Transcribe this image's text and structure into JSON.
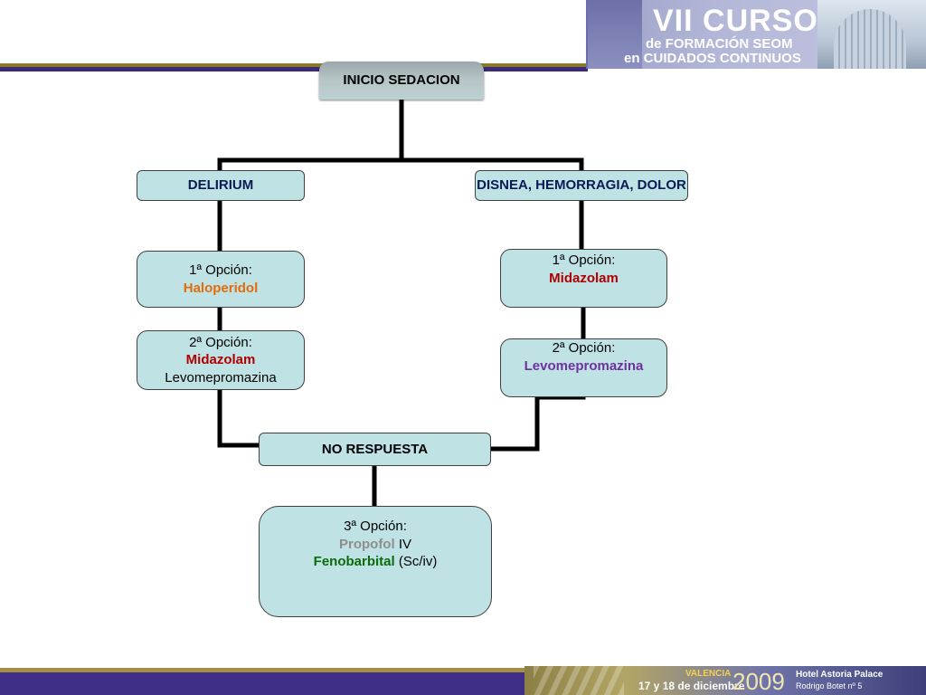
{
  "header": {
    "logo": {
      "line1": "VII CURSO",
      "line2": "de FORMACIÓN SEOM",
      "line3": "en CUIDADOS CONTINUOS"
    }
  },
  "footer": {
    "city": "VALENCIA",
    "dates": "17 y 18 de diciembre",
    "year": "2009",
    "hotel": "Hotel Astoria Palace",
    "address": "Rodrigo Botet nº 5"
  },
  "diagram": {
    "root": {
      "title": "INICIO SEDACION"
    },
    "branch_left": {
      "title": "DELIRIUM",
      "option1": {
        "label": "1ª Opción:",
        "drug": "Haloperidol"
      },
      "option2": {
        "label": "2ª Opción:",
        "drug1": "Midazolam",
        "drug2": "Levomepromazina"
      }
    },
    "branch_right": {
      "title": "DISNEA, HEMORRAGIA, DOLOR",
      "option1": {
        "label": "1ª Opción:",
        "drug": "Midazolam"
      },
      "option2": {
        "label": "2ª Opción:",
        "drug": "Levomepromazina"
      }
    },
    "merge": {
      "title": "NO RESPUESTA"
    },
    "final": {
      "label": "3ª Opción:",
      "drug1": "Propofol",
      "drug1_route": "IV",
      "drug2": "Fenobarbital",
      "drug2_route": "(Sc/iv)"
    }
  }
}
